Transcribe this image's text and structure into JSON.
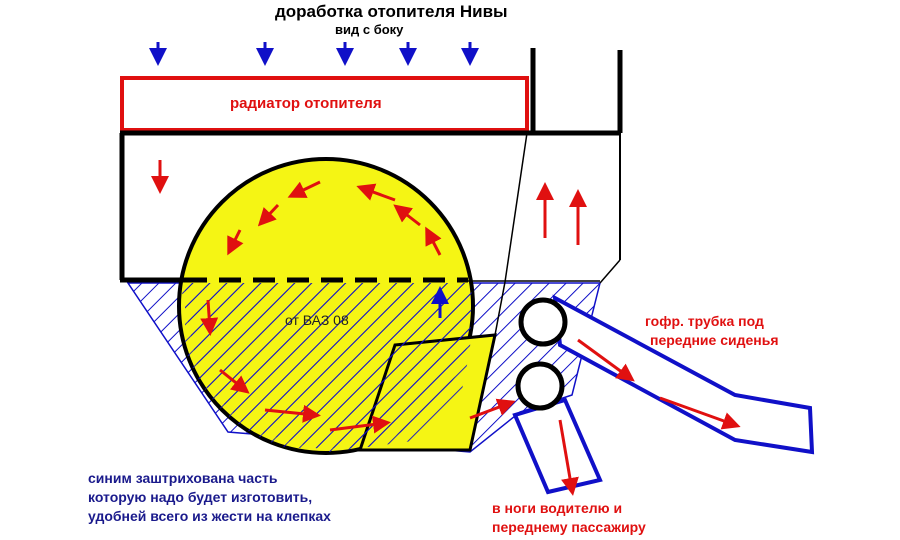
{
  "title": "доработка отопителя Нивы",
  "subtitle": "вид с боку",
  "labels": {
    "radiator": "радиатор отопителя",
    "core": "от ВАЗ 08",
    "tube_line1": "гофр. трубка под",
    "tube_line2": "передние сиденья",
    "note_line1": "синим заштрихована часть",
    "note_line2": "которую надо будет изготовить,",
    "note_line3": "удобней всего из жести на клепках",
    "feet_line1": "в ноги водителю и",
    "feet_line2": "переднему пассажиру"
  },
  "colors": {
    "red": "#e01010",
    "blue": "#1010c8",
    "yellow": "#f5f514",
    "black": "#000000",
    "note": "#1a1a8c"
  }
}
